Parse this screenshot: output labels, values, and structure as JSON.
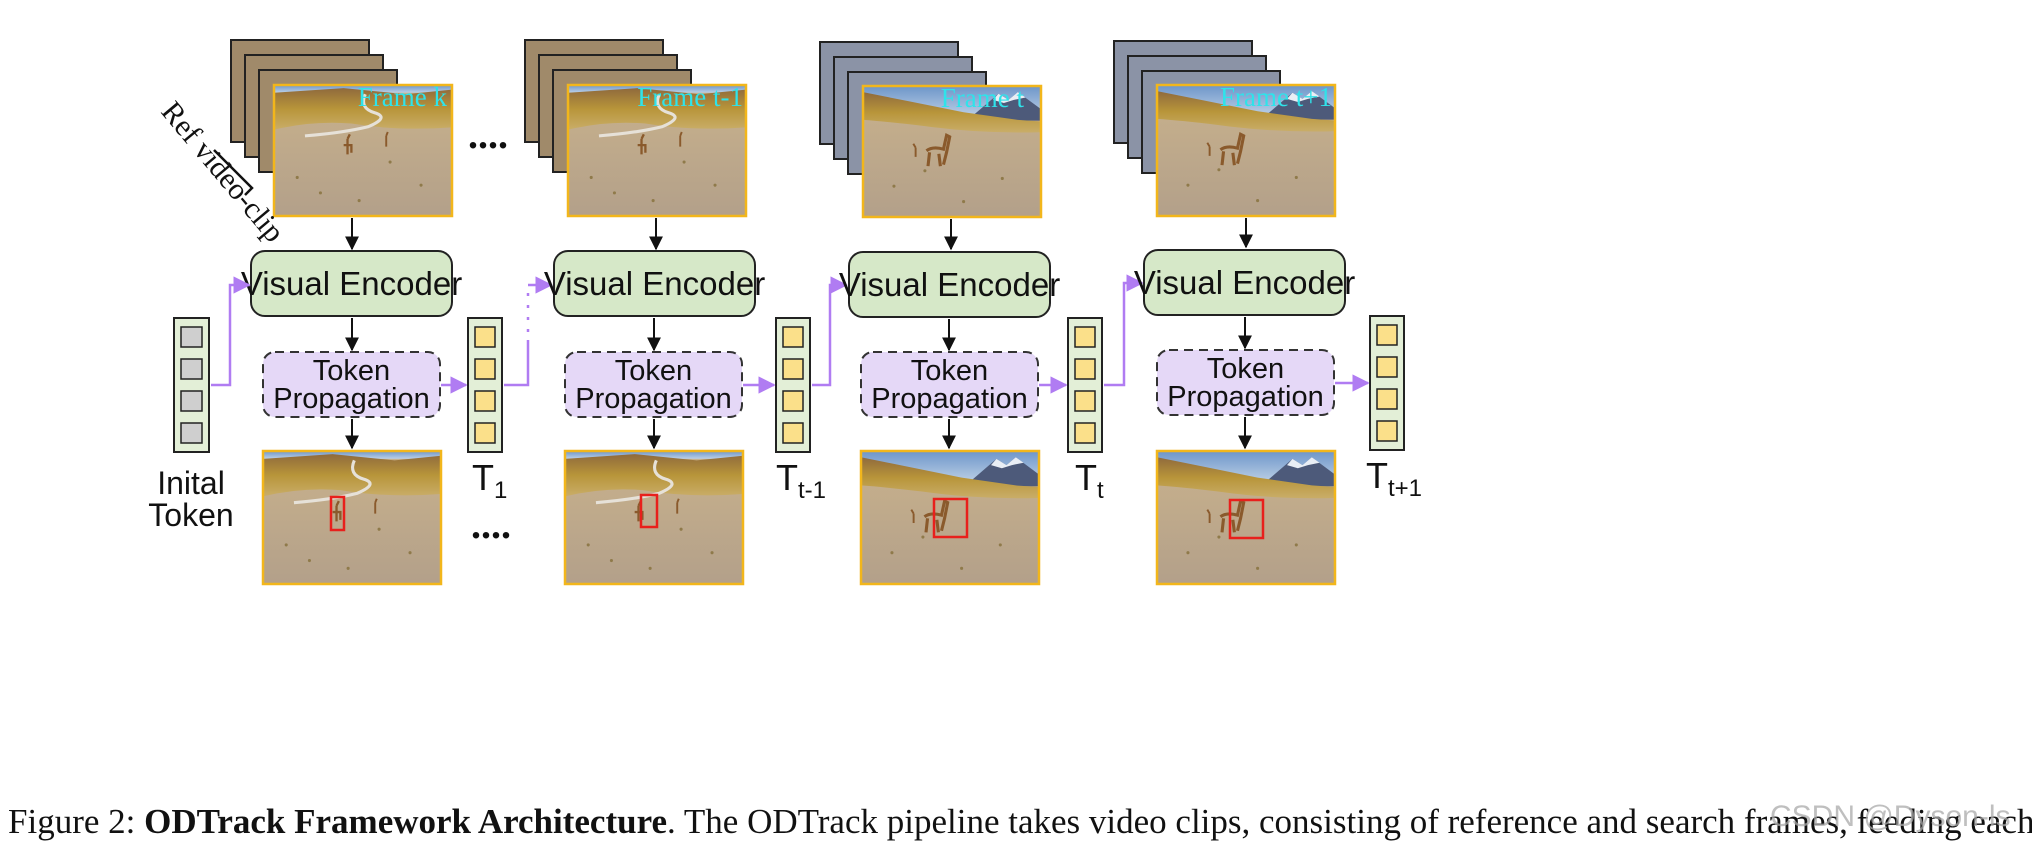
{
  "ref_label": "Ref video-clip",
  "frames": [
    {
      "label": "Frame k",
      "mountain": false
    },
    {
      "label": "Frame t-1",
      "mountain": false
    },
    {
      "label": "Frame t",
      "mountain": true
    },
    {
      "label": "Frame t+1",
      "mountain": true
    }
  ],
  "encoder_label": "Visual Encoder",
  "propagation_label": [
    "Token",
    "Propagation"
  ],
  "initial_token": [
    "Inital",
    "Token"
  ],
  "tokens": [
    {
      "main": "T",
      "sub": "1"
    },
    {
      "main": "T",
      "sub": "t-1"
    },
    {
      "main": "T",
      "sub": "t"
    },
    {
      "main": "T",
      "sub": "t+1"
    }
  ],
  "ellipsis": "....",
  "caption": {
    "prefix": "Figure 2: ",
    "bold": "ODTrack Framework Architecture",
    "rest": ". The ODTrack pipeline takes video clips, consisting of reference and search frames, feeding each to the tracker via a visual encoder..."
  },
  "watermark": "CSDN @Dyson-ls",
  "colors": {
    "encoder_fill": "#d6e8c8",
    "propagation_fill": "#e5d8f7",
    "token_col_fill": "#e3efd7",
    "grey_token": "#cfcfcf",
    "yellow_token": "#fbe08a",
    "purple_arrow": "#b07cf2",
    "frame_border": "#f2b61b",
    "bbox": "#e8201c"
  }
}
